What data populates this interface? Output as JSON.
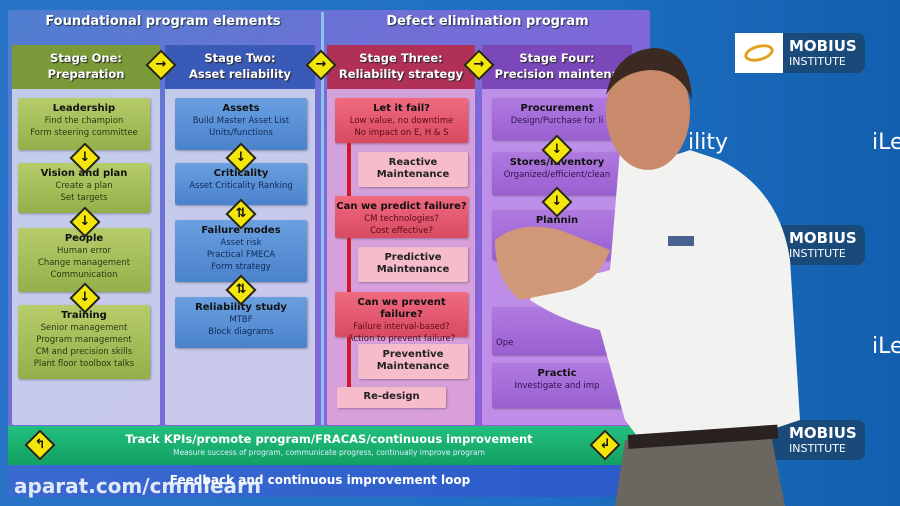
{
  "sections": {
    "foundational": "Foundational program elements",
    "defect": "Defect elimination program"
  },
  "stages": [
    {
      "title": "Stage One:",
      "subtitle": "Preparation",
      "color": "#7a9a3a",
      "boxes": [
        {
          "title": "Leadership",
          "lines": [
            "Find the champion",
            "Form steering committee"
          ]
        },
        {
          "title": "Vision and plan",
          "lines": [
            "Create a plan",
            "Set targets"
          ]
        },
        {
          "title": "People",
          "lines": [
            "Human error",
            "Change management",
            "Communication"
          ]
        },
        {
          "title": "Training",
          "lines": [
            "Senior management",
            "Program management",
            "CM and precision skills",
            "Plant floor toolbox talks"
          ]
        }
      ]
    },
    {
      "title": "Stage Two:",
      "subtitle": "Asset reliability",
      "color": "#3a5ab8",
      "boxes": [
        {
          "title": "Assets",
          "lines": [
            "Build Master Asset List",
            "Units/functions"
          ]
        },
        {
          "title": "Criticality",
          "lines": [
            "Asset Criticality Ranking"
          ]
        },
        {
          "title": "Failure modes",
          "lines": [
            "Asset risk",
            "Practical FMECA",
            "Form strategy"
          ]
        },
        {
          "title": "Reliability study",
          "lines": [
            "MTBF",
            "Block diagrams"
          ]
        }
      ]
    },
    {
      "title": "Stage Three:",
      "subtitle": "Reliability strategy",
      "color": "#b03058",
      "boxes": [
        {
          "title": "Let it fail?",
          "lines": [
            "Low value, no downtime",
            "No impact on E, H & S"
          ]
        },
        {
          "title": "Reactive Maintenance",
          "lines": []
        },
        {
          "title": "Can we predict failure?",
          "lines": [
            "CM technologies?",
            "Cost effective?"
          ]
        },
        {
          "title": "Predictive Maintenance",
          "lines": []
        },
        {
          "title": "Can we prevent failure?",
          "lines": [
            "Failure interval-based?",
            "Action to prevent failure?"
          ]
        },
        {
          "title": "Preventive Maintenance",
          "lines": []
        },
        {
          "title": "Re-design",
          "lines": []
        }
      ]
    },
    {
      "title": "Stage Four:",
      "subtitle": "Precision maintena",
      "color": "#7a48b8",
      "boxes": [
        {
          "title": "Procurement",
          "lines": [
            "Design/Purchase for li"
          ]
        },
        {
          "title": "Stores/Inventory",
          "lines": [
            "Organized/efficient/clean"
          ]
        },
        {
          "title": "Plannin",
          "lines": []
        },
        {
          "title": "",
          "lines": [
            "Ope"
          ]
        },
        {
          "title": "Practic",
          "lines": [
            "Investigate and imp"
          ]
        }
      ]
    }
  ],
  "footer": {
    "title": "Track KPIs/promote program/FRACAS/continuous  improvement",
    "subtitle": "Measure success of program, communicate progress, continually improve program",
    "loop": "Feedback and continuous improvement loop"
  },
  "watermark": "aparat.com/cmmlearn",
  "background": {
    "logo_line1": "MOBIUS",
    "logo_line2": "INSTITUTE",
    "text_fragment_1": "ility",
    "text_fragment_2": "iLe"
  },
  "colors": {
    "highlight_yellow": "#f5e60a",
    "footer_green": "#1ab070"
  }
}
